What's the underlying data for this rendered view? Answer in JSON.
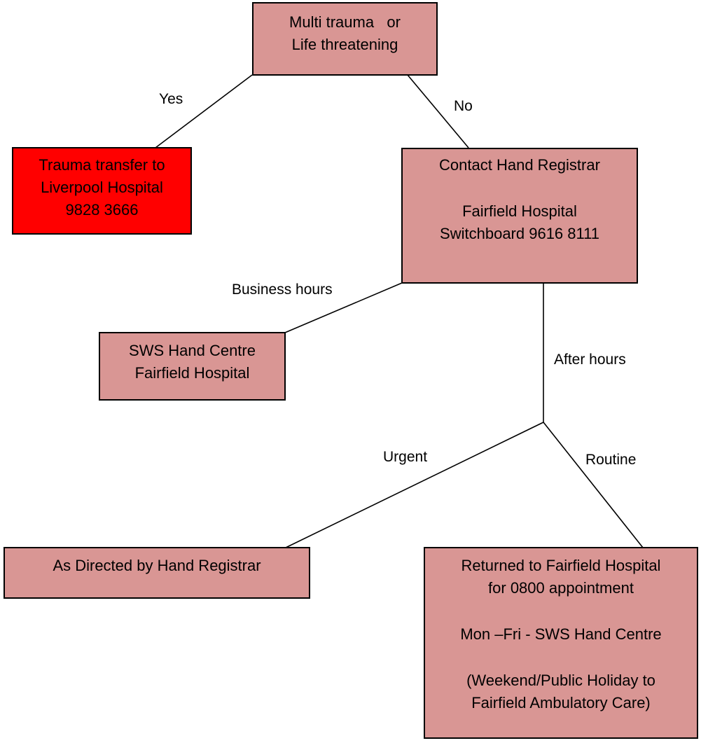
{
  "colors": {
    "node_fill": "#d99694",
    "trauma_fill": "#ff0000",
    "stroke": "#000000"
  },
  "nodes": {
    "start": {
      "line1": "Multi trauma   or",
      "line2": "Life threatening"
    },
    "trauma": {
      "line1": "Trauma transfer to",
      "line2": "Liverpool Hospital",
      "line3": "9828 3666"
    },
    "registrar": {
      "line1": "Contact Hand Registrar",
      "line2": "Fairfield Hospital",
      "line3": "Switchboard 9616 8111"
    },
    "hand_centre": {
      "line1": "SWS Hand Centre",
      "line2": "Fairfield Hospital"
    },
    "directed": {
      "line1": "As Directed by Hand Registrar"
    },
    "returned": {
      "line1": "Returned to Fairfield Hospital",
      "line2": "for 0800 appointment",
      "line3": "Mon –Fri - SWS Hand Centre",
      "line4": "(Weekend/Public Holiday to",
      "line5": "Fairfield Ambulatory Care)"
    }
  },
  "edges": {
    "yes": "Yes",
    "no": "No",
    "business_hours": "Business hours",
    "after_hours": "After hours",
    "urgent": "Urgent",
    "routine": "Routine"
  }
}
